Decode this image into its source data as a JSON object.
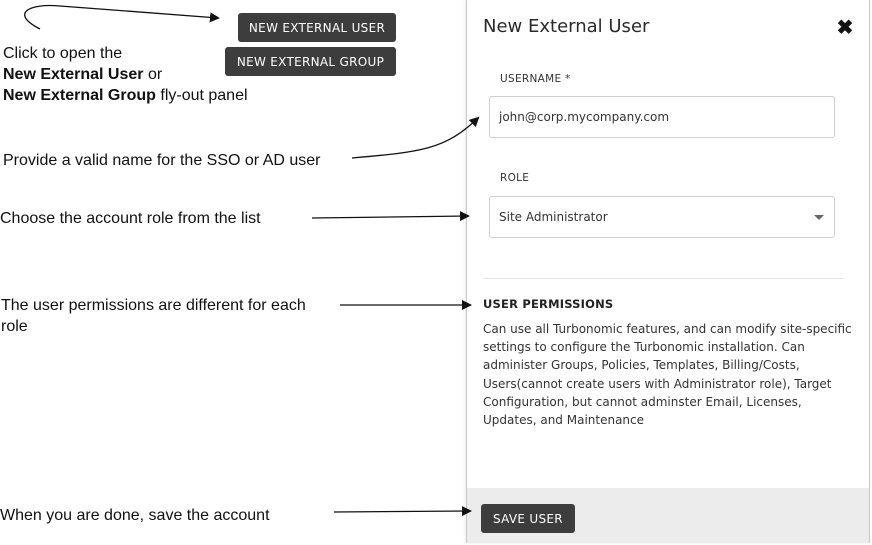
{
  "annotations": {
    "open_line1": "Click to open the",
    "open_bold1": "New External User",
    "open_or": " or",
    "open_bold2": "New External Group",
    "open_tail": " fly-out panel",
    "username_hint": "Provide a valid name for the SSO or AD user",
    "role_hint": "Choose the account role from the list",
    "permissions_hint_line1": "The user permissions are different for each",
    "permissions_hint_line2": "role",
    "save_hint": "When you are done, save the account"
  },
  "buttons": {
    "new_external_user": "NEW EXTERNAL USER",
    "new_external_group": "NEW EXTERNAL GROUP"
  },
  "panel": {
    "title": "New External User",
    "username_label": "USERNAME *",
    "username_value": "john@corp.mycompany.com",
    "role_label": "ROLE",
    "role_value": "Site Administrator",
    "permissions_heading": "USER PERMISSIONS",
    "permissions_text": "Can use all Turbonomic features, and can modify site-specific settings to configure the Turbonomic installation. Can administer Groups, Policies, Templates, Billing/Costs, Users(cannot create users with Administrator role), Target Configuration, but cannot adminster Email, Licenses, Updates, and Maintenance",
    "save_label": "SAVE USER"
  }
}
